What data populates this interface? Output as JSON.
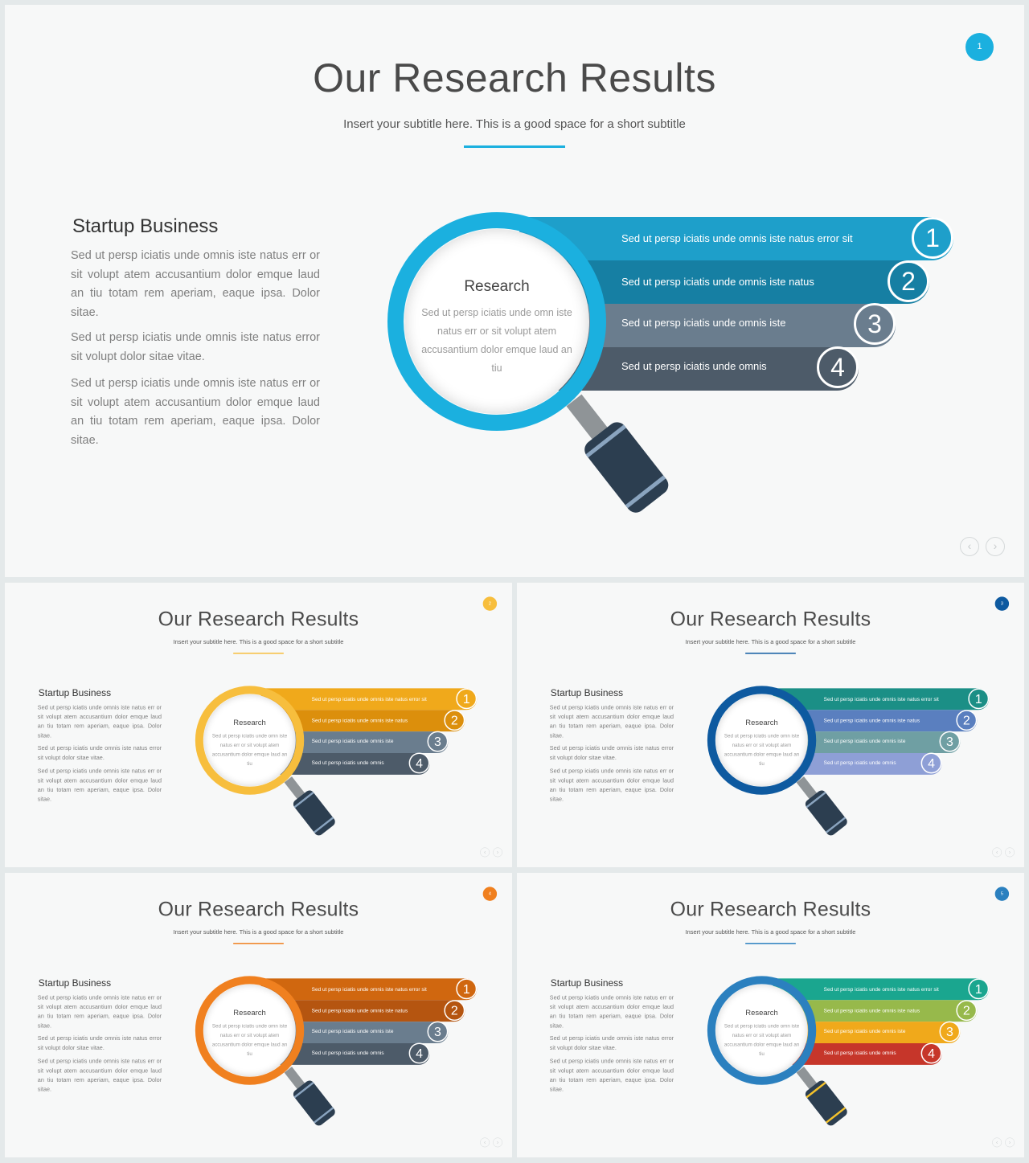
{
  "slides": [
    {
      "badge": "1",
      "accent": "#1bb0df",
      "handle_band": "#8aa4bf",
      "bar_colors": [
        "#1e9fca",
        "#167fa3",
        "#6a7d8e",
        "#4d5b69"
      ],
      "num_colors": [
        "#1e9fca",
        "#167fa3",
        "#6a7d8e",
        "#4d5b69"
      ]
    },
    {
      "badge": "2",
      "accent": "#f7be3d",
      "handle_band": "#8aa4bf",
      "bar_colors": [
        "#f0a91b",
        "#dc8f0c",
        "#6a7d8e",
        "#4d5b69"
      ],
      "num_colors": [
        "#f0a91b",
        "#dc8f0c",
        "#6a7d8e",
        "#4d5b69"
      ]
    },
    {
      "badge": "3",
      "accent": "#0e5aa0",
      "handle_band": "#8aa4bf",
      "bar_colors": [
        "#1b8f86",
        "#5a7fbf",
        "#6f9fa3",
        "#8e9fd6"
      ],
      "num_colors": [
        "#1b8f86",
        "#5a7fbf",
        "#6f9fa3",
        "#8e9fd6"
      ]
    },
    {
      "badge": "4",
      "accent": "#f0801f",
      "handle_band": "#8aa4bf",
      "bar_colors": [
        "#d0670f",
        "#b55510",
        "#6a7d8e",
        "#4d5b69"
      ],
      "num_colors": [
        "#d0670f",
        "#b55510",
        "#6a7d8e",
        "#4d5b69"
      ]
    },
    {
      "badge": "5",
      "accent": "#2b80bf",
      "handle_band": "#f4c22b",
      "bar_colors": [
        "#1aa68f",
        "#97b94b",
        "#f0a91b",
        "#c6362a"
      ],
      "num_colors": [
        "#1aa68f",
        "#97b94b",
        "#f0a91b",
        "#c6362a"
      ]
    }
  ],
  "content": {
    "title": "Our Research Results",
    "subtitle": "Insert your subtitle here. This is a good space for a short subtitle",
    "heading": "Startup Business",
    "paragraphs": [
      "Sed ut persp iciatis unde omnis iste natus err or sit volupt atem accusantium dolor emque laud an tiu totam rem aperiam, eaque ipsa. Dolor sitae.",
      "Sed ut persp iciatis unde omnis iste natus error sit volupt dolor sitae vitae.",
      "Sed ut persp iciatis unde omnis iste natus err or sit volupt atem accusantium dolor emque laud an tiu totam rem aperiam, eaque ipsa. Dolor sitae."
    ],
    "lens_title": "Research",
    "lens_text": "Sed ut persp iciatis unde omn iste natus err or sit volupt atem accusantium dolor emque laud an tiu",
    "items": [
      {
        "num": "1",
        "text": "Sed ut persp iciatis unde omnis iste natus error sit"
      },
      {
        "num": "2",
        "text": "Sed ut persp iciatis unde omnis iste natus"
      },
      {
        "num": "3",
        "text": "Sed ut persp iciatis unde omnis iste"
      },
      {
        "num": "4",
        "text": "Sed ut persp iciatis unde omnis"
      }
    ],
    "prev_icon": "chevron-left-icon",
    "next_icon": "chevron-right-icon"
  }
}
